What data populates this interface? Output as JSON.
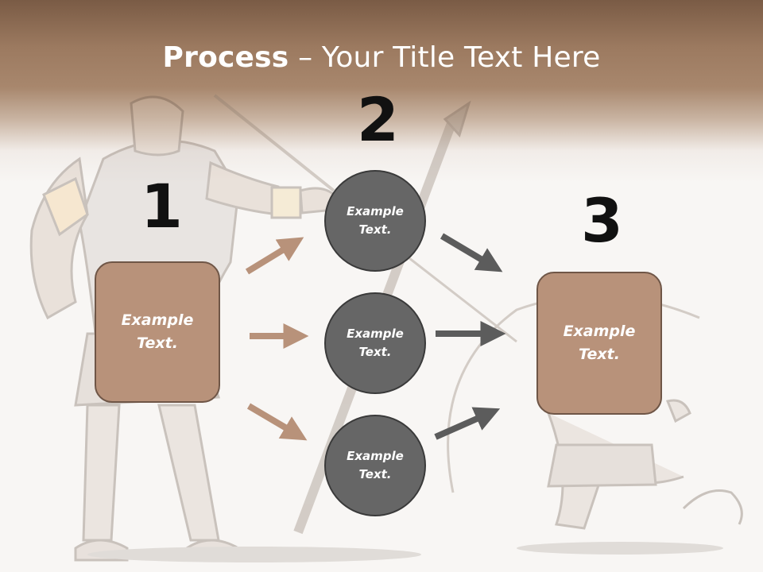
{
  "title": {
    "bold": "Process",
    "rest": " – Your Title Text Here"
  },
  "steps": [
    {
      "number": "1",
      "label_line1": "Example",
      "label_line2": "Text."
    },
    {
      "number": "2"
    },
    {
      "number": "3",
      "label_line1": "Example",
      "label_line2": "Text."
    }
  ],
  "circles": [
    {
      "line1": "Example",
      "line2": "Text."
    },
    {
      "line1": "Example",
      "line2": "Text."
    },
    {
      "line1": "Example",
      "line2": "Text."
    }
  ],
  "colors": {
    "header": "#9c7a60",
    "box_fill": "#b8927a",
    "circle_fill": "#666666",
    "arrow_left": "#b8927a",
    "arrow_right": "#5c5c5c"
  }
}
